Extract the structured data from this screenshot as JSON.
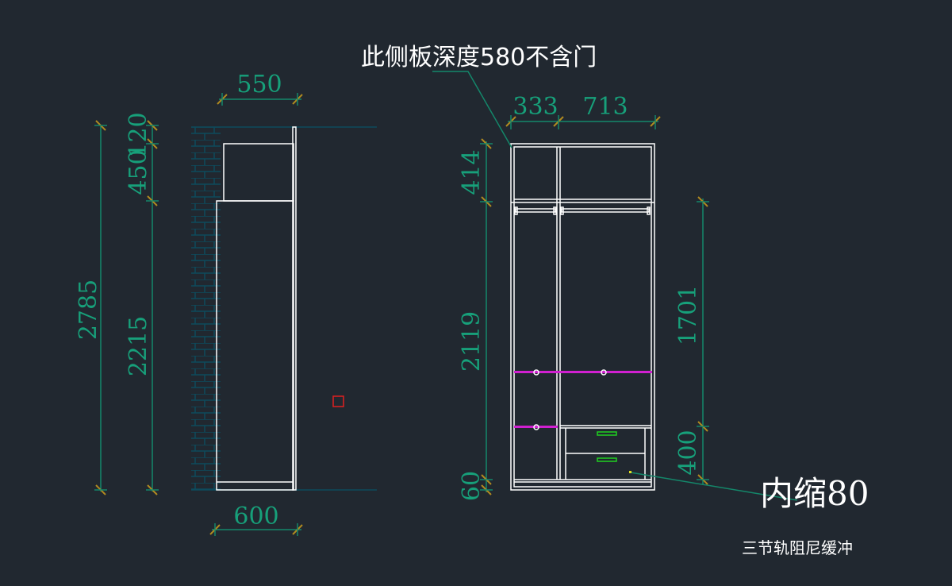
{
  "title_note": "此侧板深度580不含门",
  "inset_note": "内缩80",
  "rail_note": "三节轨阻尼缓冲",
  "side_view": {
    "width_top": "550",
    "width_bottom": "600",
    "height_total": "2785",
    "height_top": "120",
    "height_upper": "450",
    "height_lower": "2215"
  },
  "front_view": {
    "width_left": "333",
    "width_right": "713",
    "height_top": "414",
    "height_main": "2119",
    "height_plinth": "60",
    "height_hanging": "1701",
    "height_drawers": "400"
  },
  "colors": {
    "background": "#212830",
    "dimension": "#17a07a",
    "shelf": "#d020d0",
    "handle": "#20d020",
    "marker": "#e02020"
  }
}
